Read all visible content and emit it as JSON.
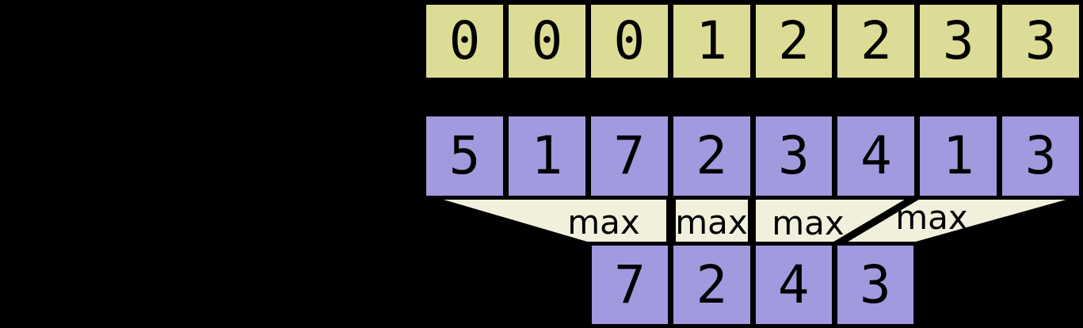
{
  "colors": {
    "background": "#000000",
    "segment_row": "#dcdc96",
    "data_row": "#a29ade",
    "funnel": "#f0f0dc",
    "border": "#000000",
    "text": "#000000"
  },
  "diagram": {
    "type": "segment-max-operation",
    "segment_ids_row": {
      "values": [
        "0",
        "0",
        "0",
        "1",
        "2",
        "2",
        "3",
        "3"
      ]
    },
    "data_row": {
      "values": [
        "5",
        "1",
        "7",
        "2",
        "3",
        "4",
        "1",
        "3"
      ]
    },
    "operation_labels": {
      "values": [
        "max",
        "max",
        "max",
        "max"
      ]
    },
    "result_row": {
      "values": [
        "7",
        "2",
        "4",
        "3"
      ]
    }
  }
}
